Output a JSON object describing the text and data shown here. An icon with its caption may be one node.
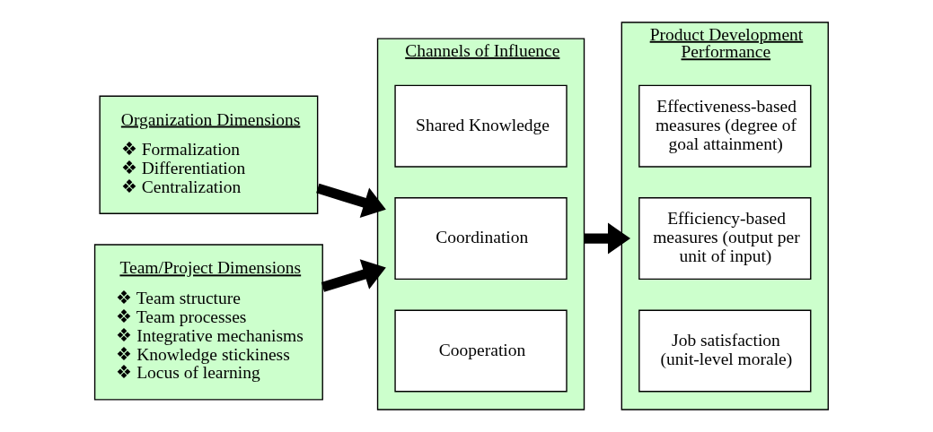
{
  "diagram": {
    "nodes": [
      {
        "text": [
          "Organization Dimensions",
          "❖ Formalization",
          "❖ Differentiation",
          "❖ Centralization"
        ]
      },
      {
        "text": [
          "Team/Project Dimensions",
          "❖ Team structure",
          "❖ Team processes",
          "❖ Integrative mechanisms",
          "❖ Knowledge stickiness",
          "❖ Locus of learning"
        ]
      },
      {
        "text": [
          "Channels of Influence"
        ]
      },
      {
        "text": [
          "Shared Knowledge"
        ],
        "in": 2
      },
      {
        "text": [
          "Coordination"
        ],
        "in": 2
      },
      {
        "text": [
          "Cooperation"
        ],
        "in": 2
      },
      {
        "text": [
          "Product Development Performance"
        ]
      },
      {
        "text": [
          "Effectiveness-based measures (degree of goal attainment)"
        ],
        "in": 6
      },
      {
        "text": [
          "Efficiency-based measures (output per unit of input)"
        ],
        "in": 6
      },
      {
        "text": [
          "Job satisfaction (unit-level morale)"
        ],
        "in": 6
      }
    ],
    "edges": [
      {
        "from": 0,
        "to": 2,
        "arrow": "to"
      },
      {
        "from": 1,
        "to": 2,
        "arrow": "to"
      },
      {
        "from": 2,
        "to": 6,
        "arrow": "to"
      }
    ]
  }
}
